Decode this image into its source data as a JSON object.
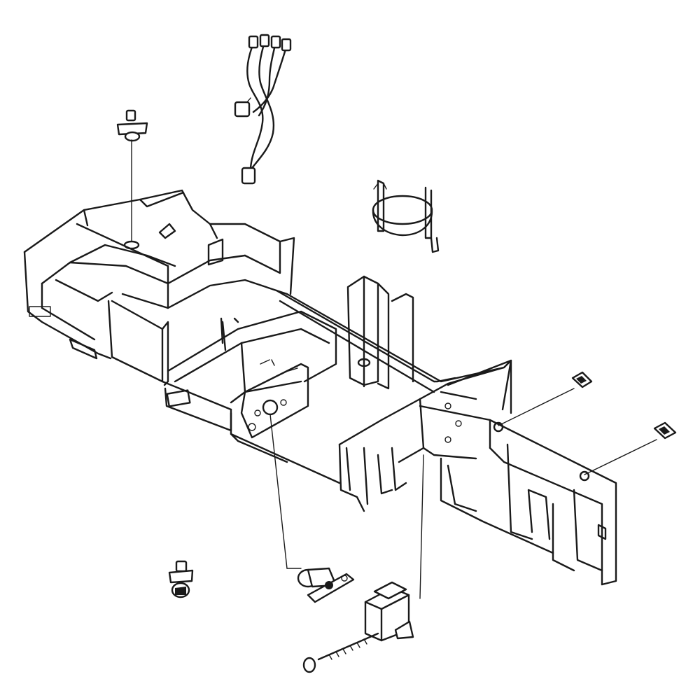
{
  "diagram": {
    "line_color": "#1a1a1a",
    "background_color": "#ffffff",
    "parts": [
      {
        "name": "main-frame",
        "icon": "chassis-frame-icon"
      },
      {
        "name": "wire-harness",
        "icon": "wire-harness-icon"
      },
      {
        "name": "push-rivet-top",
        "icon": "push-rivet-icon"
      },
      {
        "name": "ring-clamp",
        "icon": "ring-clamp-icon"
      },
      {
        "name": "sensor-connector-upper",
        "icon": "connector-icon"
      },
      {
        "name": "sensor-connector-lower",
        "icon": "connector-icon"
      },
      {
        "name": "push-rivet-bottom",
        "icon": "push-rivet-icon"
      },
      {
        "name": "valve-motor",
        "icon": "motor-icon"
      },
      {
        "name": "capacitor",
        "icon": "capacitor-icon"
      },
      {
        "name": "screw",
        "icon": "screw-icon"
      }
    ]
  }
}
